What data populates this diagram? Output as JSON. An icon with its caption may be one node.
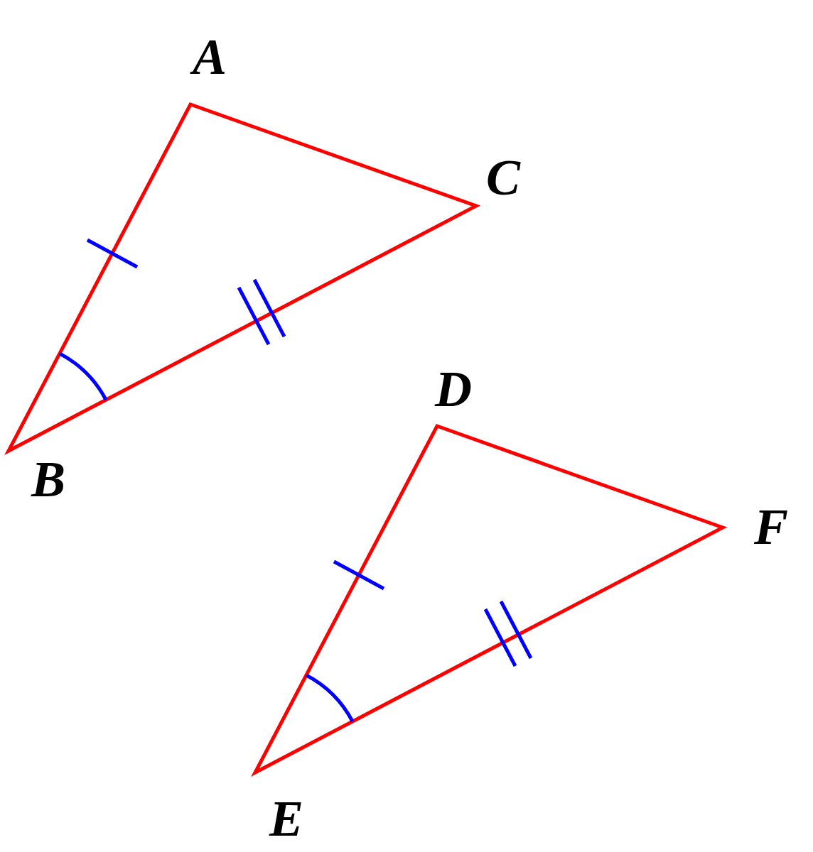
{
  "diagram": {
    "labels": [
      "A",
      "C",
      "D",
      "B",
      "F",
      "E"
    ]
  }
}
